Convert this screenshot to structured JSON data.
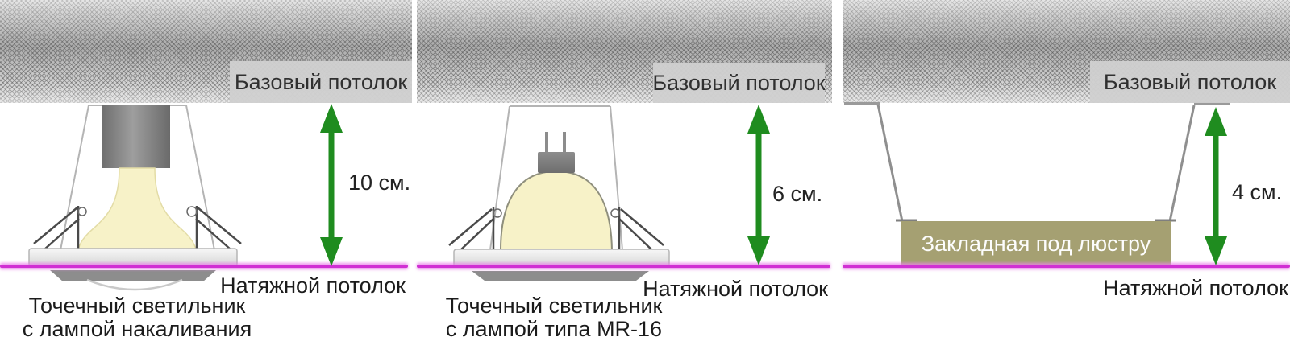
{
  "panels": [
    {
      "name": "incandescent-spotlight",
      "base_ceiling_label": "Базовый потолок",
      "stretch_ceiling_label": "Натяжной потолок",
      "gap_label": "10 см.",
      "caption_line1": "Точечный светильник",
      "caption_line2": "с лампой накаливания"
    },
    {
      "name": "mr16-spotlight",
      "base_ceiling_label": "Базовый потолок",
      "stretch_ceiling_label": "Натяжной потолок",
      "gap_label": "6 см.",
      "caption_line1": "Точечный светильник",
      "caption_line2": "с лампой типа MR-16"
    },
    {
      "name": "chandelier-mount",
      "base_ceiling_label": "Базовый потолок",
      "stretch_ceiling_label": "Натяжной потолок",
      "gap_label": "4 см.",
      "plate_label": "Закладная под люстру"
    }
  ],
  "colors": {
    "arrow_green": "#1f8c1f",
    "stretch_line_magenta": "#d02fd3",
    "plate_olive": "#a5a072",
    "label_box_gray": "#d0d0d0",
    "lamp_cream": "#f7f2c8",
    "ceiling_hatch_gray": "#c9c9c9"
  }
}
